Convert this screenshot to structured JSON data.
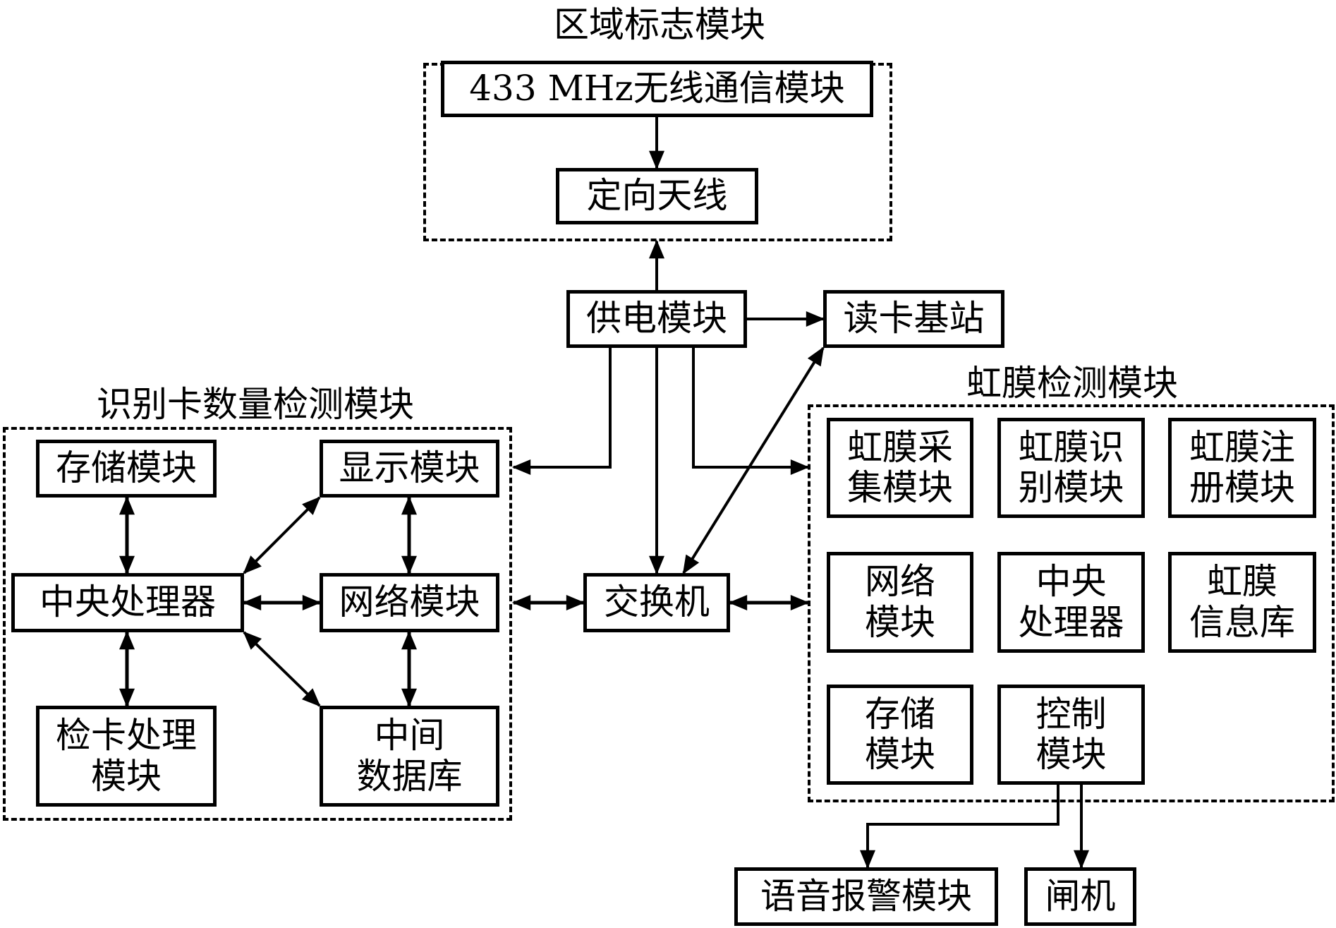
{
  "diagram": {
    "groups": {
      "region": {
        "title": "区域标志模块"
      },
      "card_count": {
        "title": "识别卡数量检测模块"
      },
      "iris": {
        "title": "虹膜检测模块"
      }
    },
    "nodes": {
      "wireless": {
        "lines": [
          "433 MHz无线通信模块"
        ]
      },
      "antenna": {
        "lines": [
          "定向天线"
        ]
      },
      "power": {
        "lines": [
          "供电模块"
        ]
      },
      "reader": {
        "lines": [
          "读卡基站"
        ]
      },
      "switch": {
        "lines": [
          "交换机"
        ]
      },
      "left_storage": {
        "lines": [
          "存储模块"
        ]
      },
      "left_display": {
        "lines": [
          "显示模块"
        ]
      },
      "left_cpu": {
        "lines": [
          "中央处理器"
        ]
      },
      "left_network": {
        "lines": [
          "网络模块"
        ]
      },
      "left_cardcheck": {
        "lines": [
          "检卡处理",
          "模块"
        ]
      },
      "left_middb": {
        "lines": [
          "中间",
          "数据库"
        ]
      },
      "iris_collect": {
        "lines": [
          "虹膜采",
          "集模块"
        ]
      },
      "iris_recog": {
        "lines": [
          "虹膜识",
          "别模块"
        ]
      },
      "iris_register": {
        "lines": [
          "虹膜注",
          "册模块"
        ]
      },
      "iris_network": {
        "lines": [
          "网络",
          "模块"
        ]
      },
      "iris_cpu": {
        "lines": [
          "中央",
          "处理器"
        ]
      },
      "iris_db": {
        "lines": [
          "虹膜",
          "信息库"
        ]
      },
      "iris_storage": {
        "lines": [
          "存储",
          "模块"
        ]
      },
      "iris_control": {
        "lines": [
          "控制",
          "模块"
        ]
      },
      "alarm": {
        "lines": [
          "语音报警模块"
        ]
      },
      "gate": {
        "lines": [
          "闸机"
        ]
      }
    },
    "edges": [
      {
        "from": "wireless",
        "to": "antenna",
        "type": "one-way"
      },
      {
        "from": "power",
        "to": "region",
        "type": "one-way"
      },
      {
        "from": "power",
        "to": "reader",
        "type": "one-way"
      },
      {
        "from": "power",
        "to": "card_count",
        "type": "one-way"
      },
      {
        "from": "power",
        "to": "switch",
        "type": "one-way"
      },
      {
        "from": "power",
        "to": "iris",
        "type": "one-way"
      },
      {
        "from": "reader",
        "to": "switch",
        "type": "two-way"
      },
      {
        "from": "switch",
        "to": "card_count",
        "type": "two-way"
      },
      {
        "from": "switch",
        "to": "iris",
        "type": "two-way"
      },
      {
        "from": "left_storage",
        "to": "left_cpu",
        "type": "two-way"
      },
      {
        "from": "left_cpu",
        "to": "left_display",
        "type": "two-way"
      },
      {
        "from": "left_cpu",
        "to": "left_network",
        "type": "two-way"
      },
      {
        "from": "left_cpu",
        "to": "left_cardcheck",
        "type": "two-way"
      },
      {
        "from": "left_cpu",
        "to": "left_middb",
        "type": "two-way"
      },
      {
        "from": "left_display",
        "to": "left_network",
        "type": "two-way"
      },
      {
        "from": "left_network",
        "to": "left_middb",
        "type": "two-way"
      },
      {
        "from": "iris_control",
        "to": "alarm",
        "type": "one-way"
      },
      {
        "from": "iris_control",
        "to": "gate",
        "type": "one-way"
      }
    ]
  }
}
